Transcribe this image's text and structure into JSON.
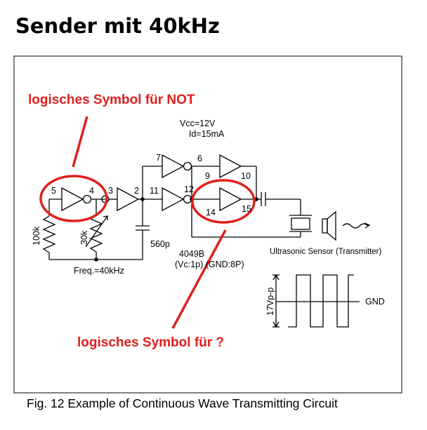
{
  "page_title": "Sender mit 40kHz",
  "caption": "Fig. 12  Example of Continuous Wave Transmitting Circuit",
  "annotations": {
    "not_symbol": "logisches Symbol für NOT",
    "unknown_symbol": "logisches Symbol für ?",
    "color": "#e0201c"
  },
  "circuit": {
    "supply": "Vcc=12V",
    "current": "Id=15mA",
    "ic_name": "4049B",
    "ic_pins": "(Vc:1p) (GND:8P)",
    "capacitor": "560p",
    "resistor_fixed": "100k",
    "resistor_variable": "30k",
    "frequency": "Freq.=40kHz",
    "transducer": "Ultrasonic Sensor (Transmitter)",
    "pins": {
      "p5": "5",
      "p4": "4",
      "p3": "3",
      "p2": "2",
      "p7": "7",
      "p6": "6",
      "p9": "9",
      "p10": "10",
      "p11": "11",
      "p12": "12",
      "p14": "14",
      "p15": "15"
    }
  },
  "waveform": {
    "amplitude_label": "17Vp-p",
    "ground_label": "GND"
  }
}
